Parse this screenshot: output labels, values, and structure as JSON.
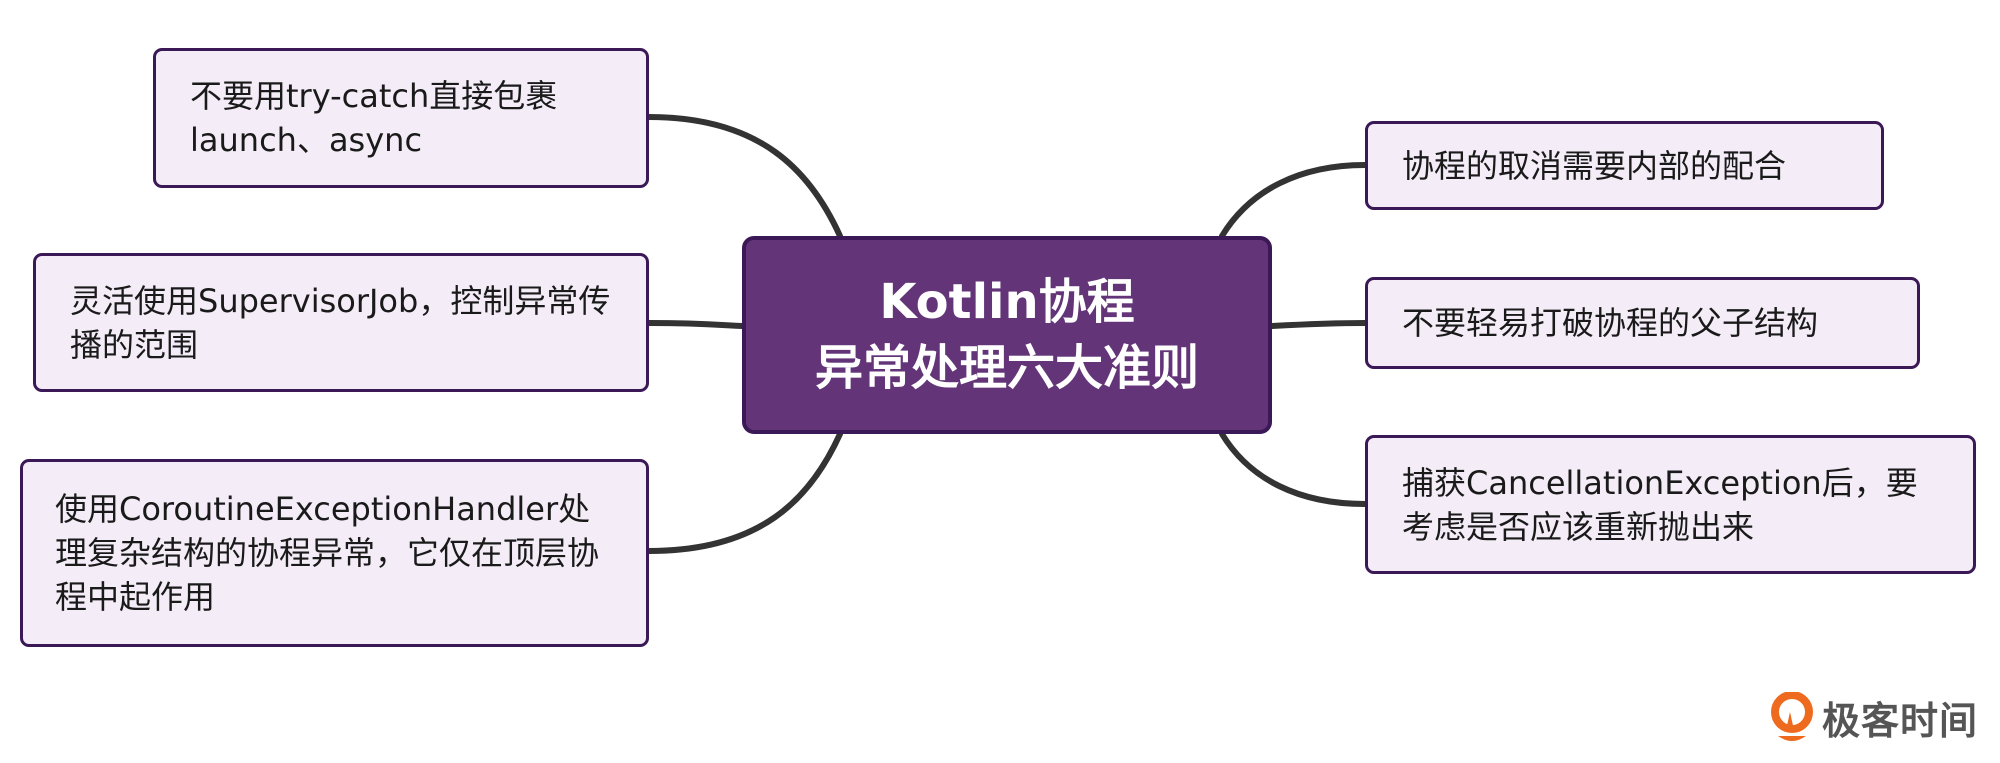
{
  "center": {
    "line1": "Kotlin协程",
    "line2": "异常处理六大准则"
  },
  "left": [
    {
      "text": "不要用try-catch直接包裹launch、async"
    },
    {
      "text": "灵活使用SupervisorJob，控制异常传播的范围"
    },
    {
      "text": "使用CoroutineExceptionHandler处理复杂结构的协程异常，它仅在顶层协程中起作用"
    }
  ],
  "right": [
    {
      "text": "协程的取消需要内部的配合"
    },
    {
      "text": "不要轻易打破协程的父子结构"
    },
    {
      "text": "捕获CancellationException后，要考虑是否应该重新抛出来"
    }
  ],
  "logo": {
    "text": "极客时间",
    "accent": "#ee6a1f"
  },
  "colors": {
    "center_fill": "#633578",
    "node_fill": "#f4edf8",
    "border": "#3b1856",
    "link": "#333333"
  }
}
